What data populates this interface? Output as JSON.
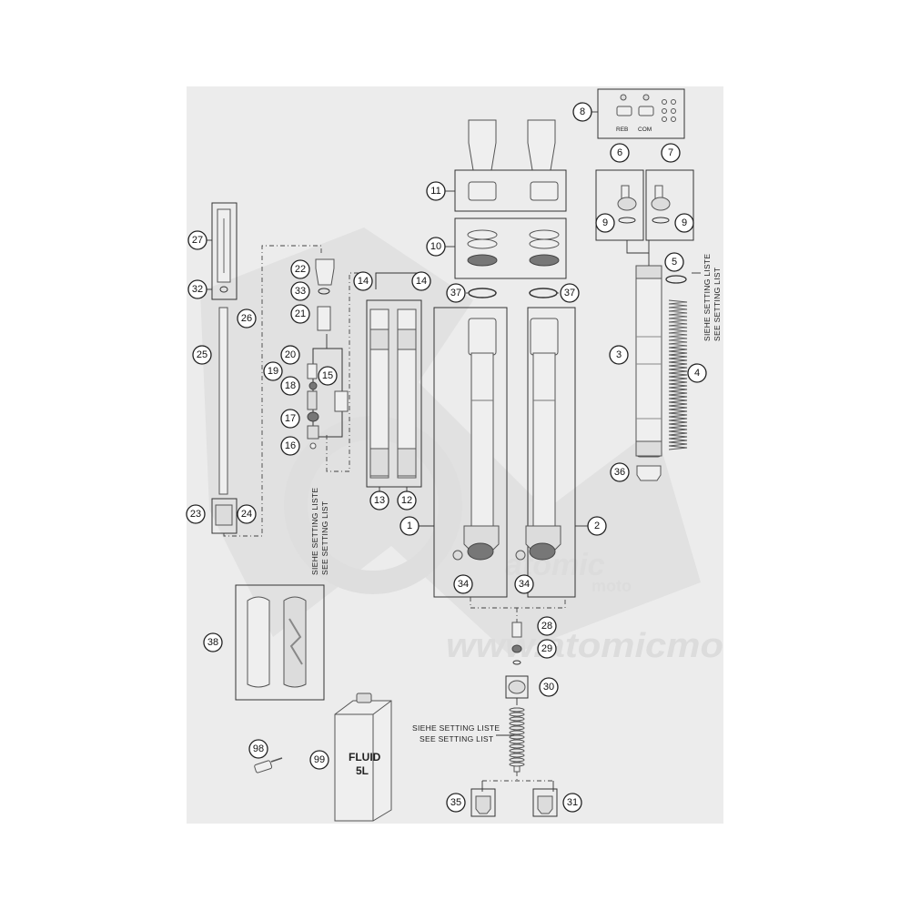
{
  "diagram": {
    "background_color": "#ececec",
    "watermark": {
      "brand_main": "atomic",
      "brand_sub": "moto",
      "url": "www.atomicmo"
    },
    "callouts": {
      "c1": "1",
      "c2": "2",
      "c3": "3",
      "c4": "4",
      "c5": "5",
      "c6": "6",
      "c7": "7",
      "c8": "8",
      "c9a": "9",
      "c9b": "9",
      "c10": "10",
      "c11": "11",
      "c12": "12",
      "c13": "13",
      "c14a": "14",
      "c14b": "14",
      "c15": "15",
      "c16": "16",
      "c17": "17",
      "c18": "18",
      "c19": "19",
      "c20": "20",
      "c21": "21",
      "c22": "22",
      "c23": "23",
      "c24": "24",
      "c25": "25",
      "c26": "26",
      "c27": "27",
      "c28": "28",
      "c29": "29",
      "c30": "30",
      "c31": "31",
      "c32": "32",
      "c33": "33",
      "c34a": "34",
      "c34b": "34",
      "c35": "35",
      "c36": "36",
      "c37a": "37",
      "c37b": "37",
      "c38": "38",
      "c98": "98",
      "c99": "99"
    },
    "clicker_labels": {
      "reb": "REB",
      "com": "COM"
    },
    "setting_notes": {
      "left_de": "SIEHE SETTING LISTE",
      "left_en": "SEE SETTING LIST",
      "right_de": "SIEHE SETTING LISTE",
      "right_en": "SEE SETTING LIST",
      "bottom_de": "SIEHE SETTING LISTE",
      "bottom_en": "SEE SETTING LIST"
    },
    "fluid_can": {
      "line1": "FLUID",
      "line2": "5L"
    }
  }
}
